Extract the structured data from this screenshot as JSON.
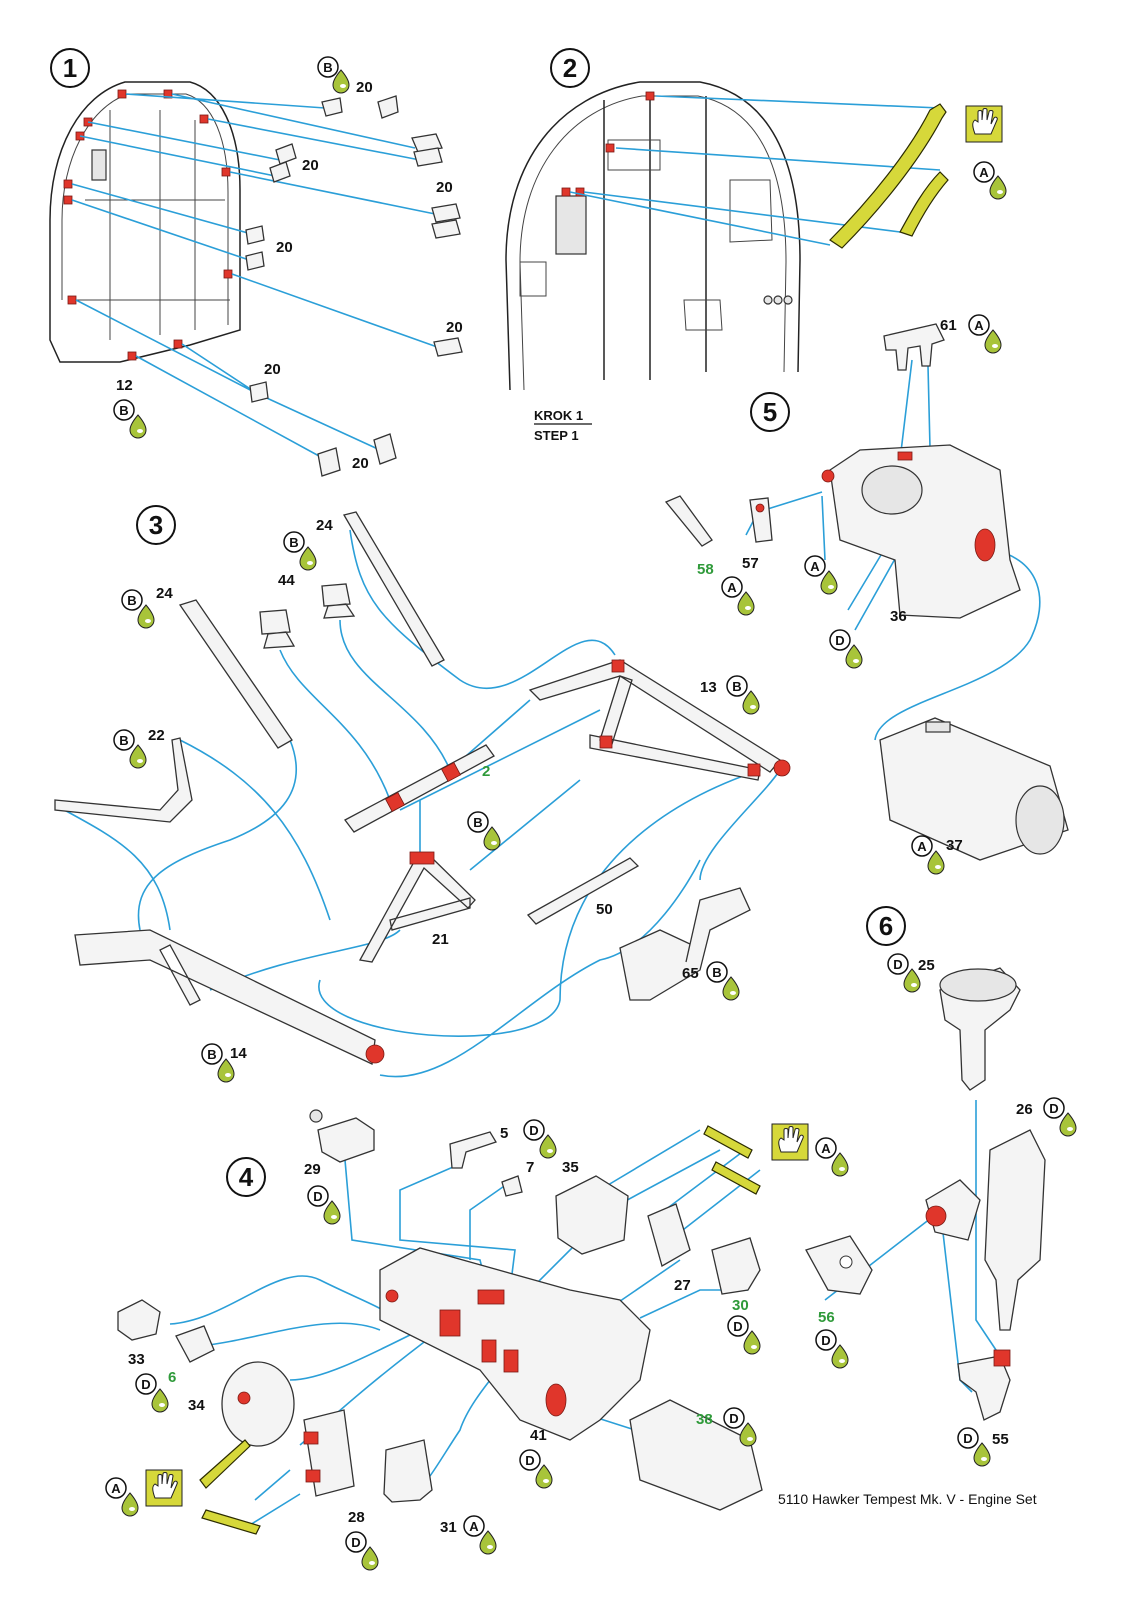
{
  "steps": [
    {
      "number": "1"
    },
    {
      "number": "2"
    },
    {
      "number": "3"
    },
    {
      "number": "4"
    },
    {
      "number": "5"
    },
    {
      "number": "6"
    }
  ],
  "step_caption": {
    "line1": "KROK 1",
    "line2": "STEP  1"
  },
  "footer": "5110 Hawker Tempest Mk. V - Engine Set",
  "colors": {
    "leader": "#2b9fd8",
    "glue_point": "#e0362b",
    "photoetch_part": "#d6d83a",
    "paint_drop": "#a8c43a",
    "green_number": "#2f9a3a"
  },
  "icons": {
    "hand": "hand-icon",
    "paint": "paint-drop-icon"
  },
  "paints": {
    "A": "A",
    "B": "B",
    "D": "D"
  },
  "part_numbers": {
    "p20": "20",
    "p12": "12",
    "p24": "24",
    "p44": "44",
    "p22": "22",
    "p13": "13",
    "p2": "2",
    "p21": "21",
    "p50": "50",
    "p14": "14",
    "p65": "65",
    "p61": "61",
    "p58": "58",
    "p57": "57",
    "p36": "36",
    "p37": "37",
    "p25": "25",
    "p26": "26",
    "p56": "56",
    "p55": "55",
    "p29": "29",
    "p5": "5",
    "p7": "7",
    "p35": "35",
    "p27": "27",
    "p30": "30",
    "p33": "33",
    "p6": "6",
    "p34": "34",
    "p41": "41",
    "p38": "38",
    "p28": "28",
    "p31": "31"
  }
}
